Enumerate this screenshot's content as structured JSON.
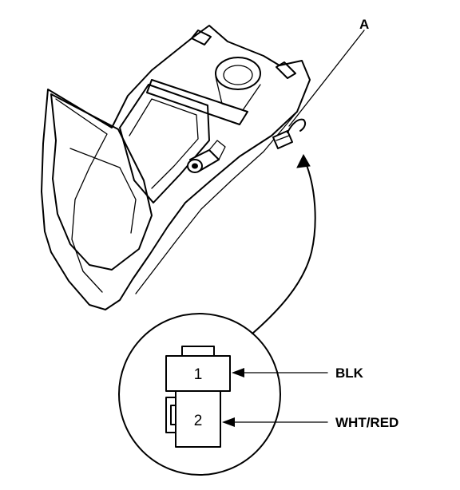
{
  "callout_a": "A",
  "connector": {
    "pins": [
      {
        "number": "1",
        "wire": "BLK"
      },
      {
        "number": "2",
        "wire": "WHT/RED"
      }
    ]
  }
}
